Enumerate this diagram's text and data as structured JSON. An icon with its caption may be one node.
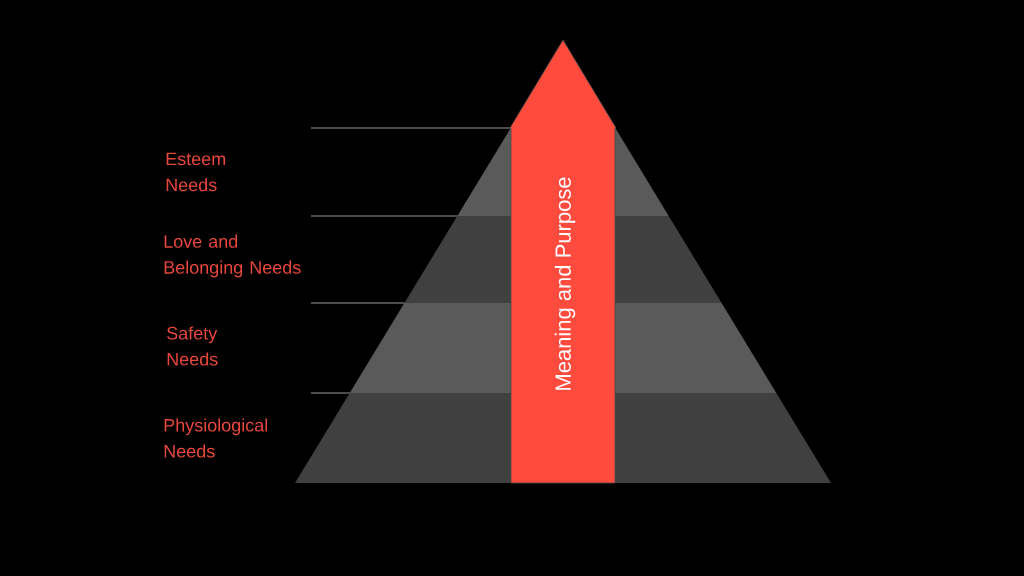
{
  "diagram": {
    "nodes": [
      {
        "text": [
          "Meaning and Purpose"
        ]
      }
    ],
    "labels": [
      "Esteem Needs",
      "Love and Belonging Needs",
      "Safety Needs",
      "Physiological Needs"
    ]
  }
}
